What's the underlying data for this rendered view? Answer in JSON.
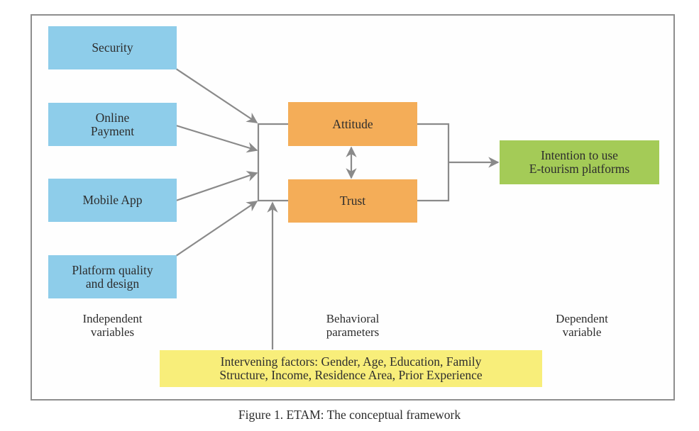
{
  "diagram": {
    "independent_variables": [
      {
        "id": "security",
        "label": "Security"
      },
      {
        "id": "online-payment",
        "label": "Online\nPayment"
      },
      {
        "id": "mobile-app",
        "label": "Mobile App"
      },
      {
        "id": "platform-quality",
        "label": "Platform quality\nand design"
      }
    ],
    "behavioral_parameters": [
      {
        "id": "attitude",
        "label": "Attitude"
      },
      {
        "id": "trust",
        "label": "Trust"
      }
    ],
    "dependent_variable": {
      "id": "intention",
      "label": "Intention to use\nE-tourism platforms"
    },
    "intervening_factors": {
      "label": "Intervening factors: Gender, Age, Education, Family\nStructure, Income, Residence Area, Prior Experience"
    },
    "column_labels": {
      "independent": "Independent\nvariables",
      "behavioral": "Behavioral\nparameters",
      "dependent": "Dependent\nvariable"
    },
    "edges": [
      {
        "from": "security",
        "to": "behavioral-group"
      },
      {
        "from": "online-payment",
        "to": "behavioral-group"
      },
      {
        "from": "mobile-app",
        "to": "behavioral-group"
      },
      {
        "from": "platform-quality",
        "to": "behavioral-group"
      },
      {
        "from": "attitude",
        "to": "trust",
        "bidirectional": true
      },
      {
        "from": "behavioral-group",
        "to": "intention"
      },
      {
        "from": "intervening-factors",
        "to": "behavioral-group"
      }
    ],
    "colors": {
      "independent": "#8ecdea",
      "behavioral": "#f4ad58",
      "dependent": "#a4cb57",
      "intervening": "#f8ee7a",
      "connector": "#8a8a8a"
    }
  },
  "caption": "Figure 1. ETAM: The conceptual framework"
}
